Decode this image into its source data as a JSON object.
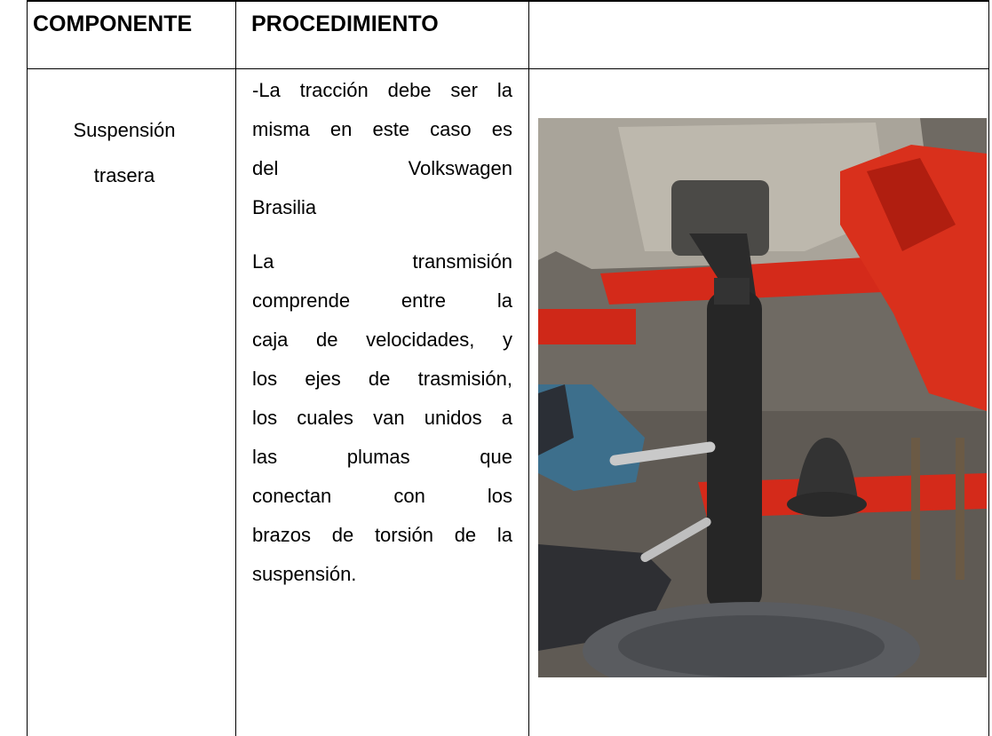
{
  "table": {
    "headers": {
      "component": "COMPONENTE",
      "procedure": "PROCEDIMIENTO"
    },
    "row": {
      "component_line1": "Suspensión",
      "component_line2": "trasera",
      "procedure_p1": [
        "-La tracción debe ser la",
        "misma en este caso es",
        "del Volkswagen",
        "Brasilia"
      ],
      "procedure_p2": [
        "La transmisión",
        "comprende entre la",
        "caja de velocidades, y",
        "los ejes de trasmisión,",
        "los cuales van unidos a",
        "las plumas que",
        "conectan con los",
        "brazos de torsión de la",
        "suspensión."
      ]
    }
  },
  "photo": {
    "subject": "vw-brasilia-rear-axle-transmission",
    "colors": {
      "frame_red": "#d42a1a",
      "ground": "#6f6a63",
      "axle_black": "#262626",
      "gearbox_metal": "#a9a49a",
      "glove_blue": "#3d6f8c",
      "drum_gray": "#5a5c60"
    }
  }
}
